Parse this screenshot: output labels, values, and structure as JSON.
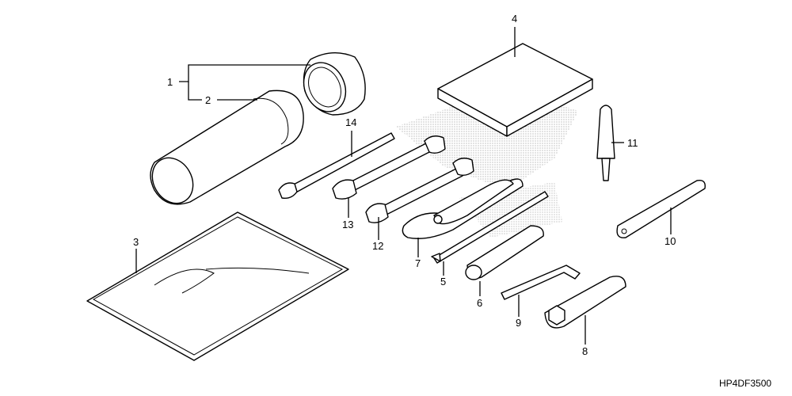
{
  "callouts": {
    "c1": "1",
    "c2": "2",
    "c3": "3",
    "c4": "4",
    "c5": "5",
    "c6": "6",
    "c7": "7",
    "c8": "8",
    "c9": "9",
    "c10": "10",
    "c11": "11",
    "c12": "12",
    "c13": "13",
    "c14": "14"
  },
  "diagram_code": "HP4DF3500"
}
